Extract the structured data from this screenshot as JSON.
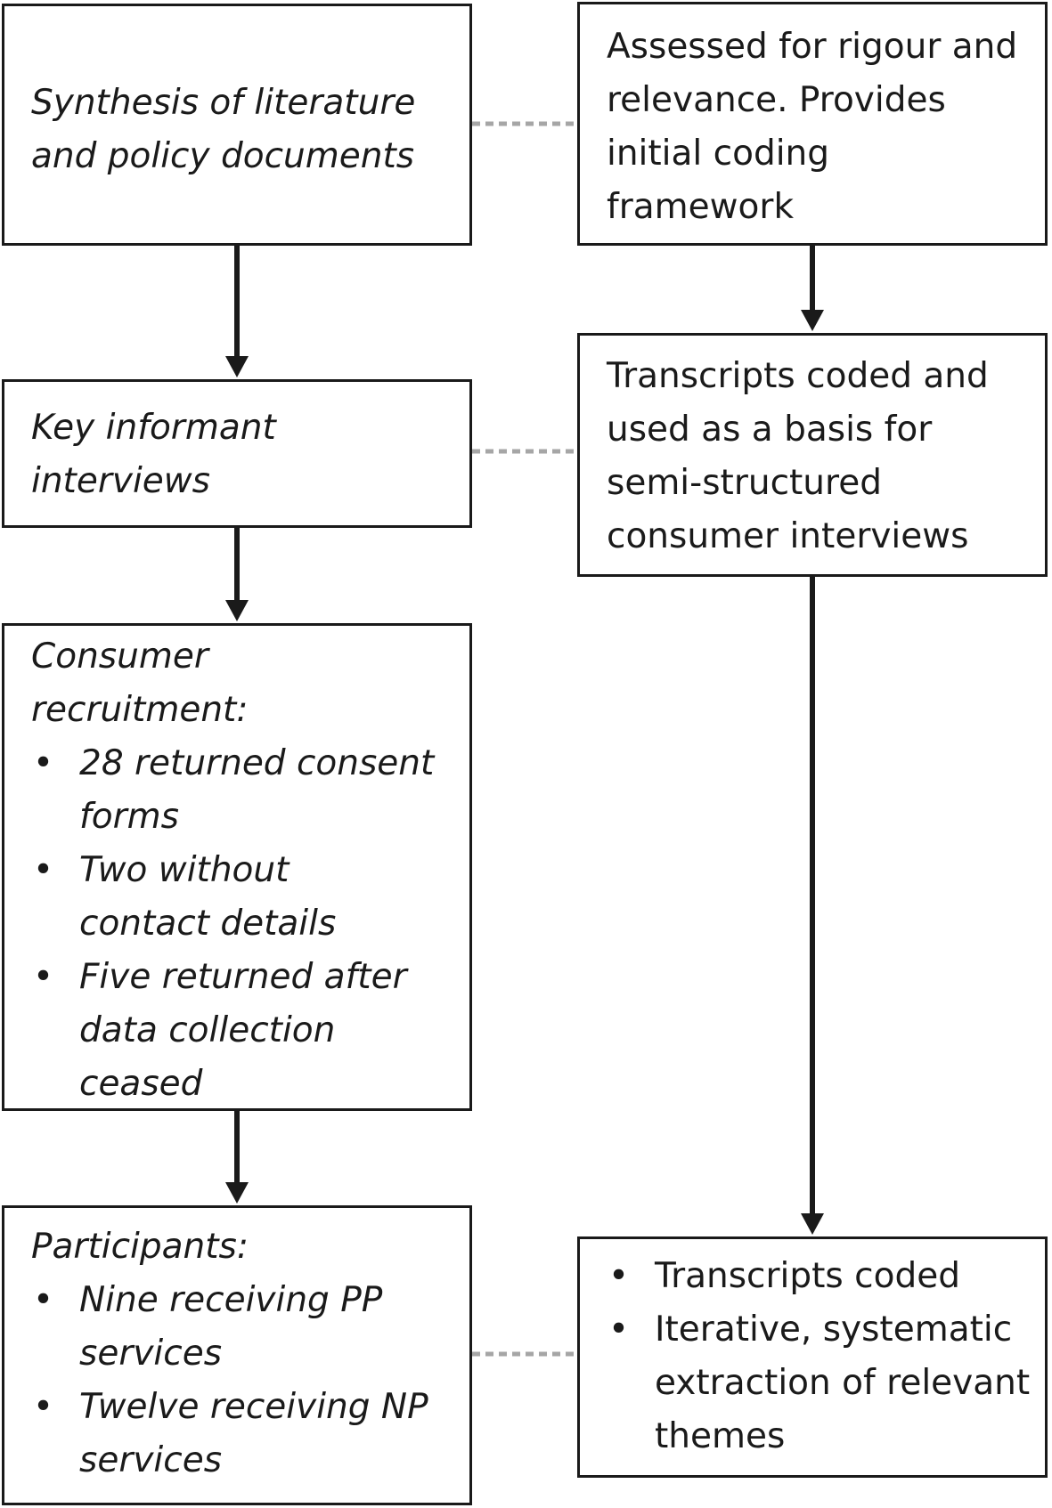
{
  "boxes": {
    "synthesis": {
      "text": "Synthesis of literature and policy documents"
    },
    "assessed": {
      "text": "Assessed for rigour and relevance. Provides initial coding framework"
    },
    "key_informant": {
      "text": "Key informant interviews"
    },
    "transcripts_basis": {
      "text": "Transcripts coded and used as a basis for semi-structured consumer interviews"
    },
    "recruitment": {
      "heading": "Consumer recruitment:",
      "bullets": [
        "28 returned consent forms",
        "Two without contact details",
        "Five returned after data collection ceased"
      ]
    },
    "participants": {
      "heading": "Participants:",
      "bullets": [
        "Nine receiving PP services",
        "Twelve receiving NP services"
      ]
    },
    "themes": {
      "bullets": [
        "Transcripts coded",
        "Iterative, systematic extraction of relevant themes"
      ]
    }
  },
  "colors": {
    "line": "#1a1a1a",
    "dotted_link": "#a6a6a6",
    "background": "#ffffff"
  }
}
